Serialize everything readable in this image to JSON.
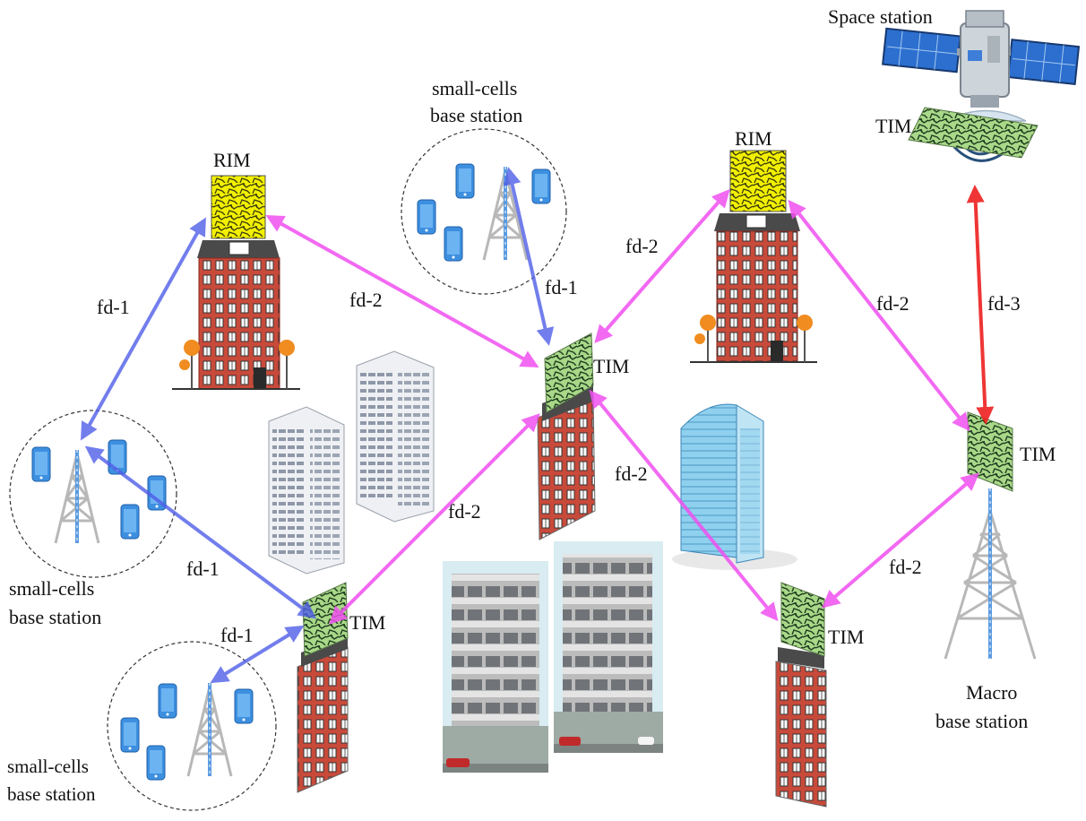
{
  "colors": {
    "fd1": "#4f5ee8",
    "fd2": "#f050f0",
    "fd3": "#ee2020",
    "brick": "#c84a3a",
    "roof": "#4a4a4a",
    "rim_yellow": "#f2f000",
    "tim_green": "#a8d888",
    "phone": "#3d8fdf",
    "tower": "#b8b8b8",
    "antenna_core": "#5b9be0",
    "sky_glass": "#7fc4e6",
    "tree": "#f08c20"
  },
  "labels": {
    "space_station": "Space station",
    "rim_left": "RIM",
    "rim_right": "RIM",
    "tim_space": "TIM",
    "tim_center": "TIM",
    "tim_bottom_left": "TIM",
    "tim_bottom_right": "TIM",
    "tim_macro": "TIM",
    "small_cells_top_line1": "small-cells",
    "small_cells_top_line2": "base station",
    "small_cells_left_line1": "small-cells",
    "small_cells_left_line2": "base station",
    "small_cells_bottom_line1": "small-cells",
    "small_cells_bottom_line2": "base station",
    "macro_line1": "Macro",
    "macro_line2": "base station"
  },
  "links": {
    "fd1_a": "fd-1",
    "fd1_b": "fd-1",
    "fd1_c": "fd-1",
    "fd1_d": "fd-1",
    "fd2_a": "fd-2",
    "fd2_b": "fd-2",
    "fd2_c": "fd-2",
    "fd2_d": "fd-2",
    "fd2_e": "fd-2",
    "fd2_f": "fd-2",
    "fd3": "fd-3"
  }
}
